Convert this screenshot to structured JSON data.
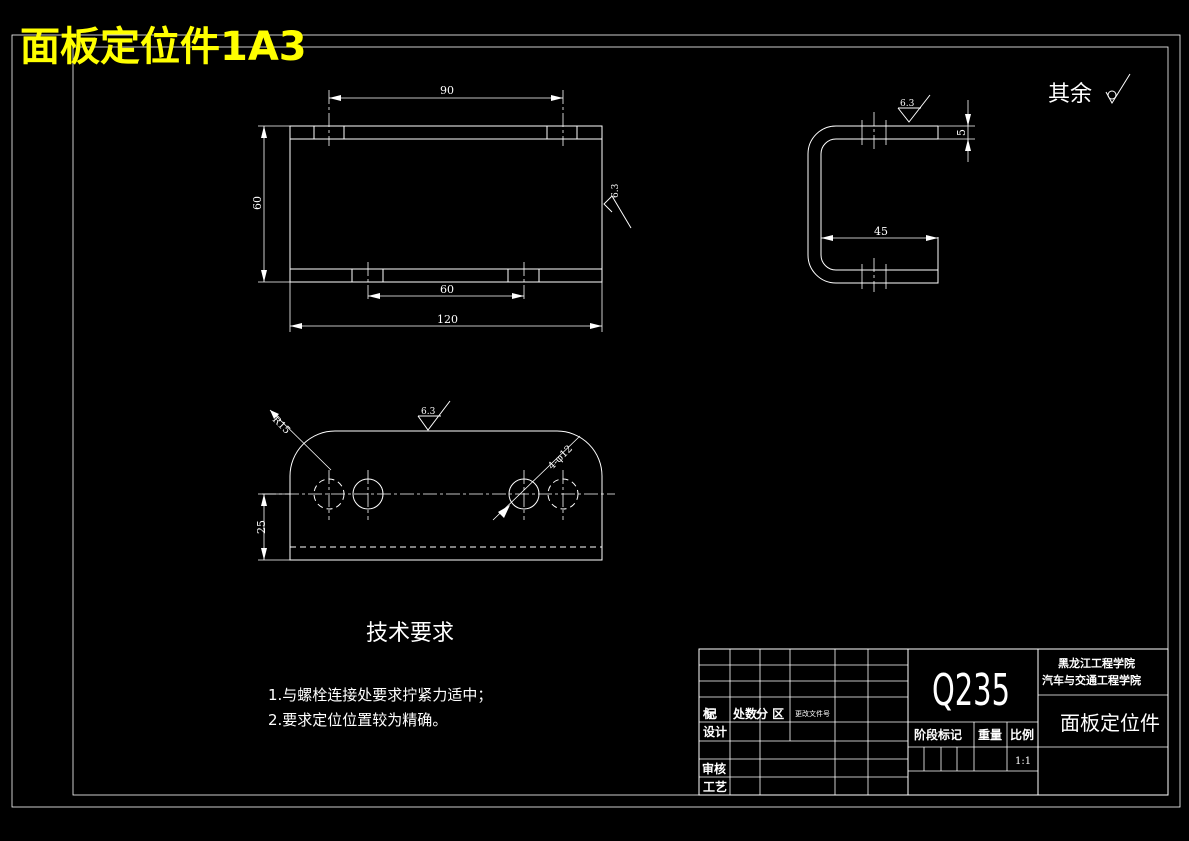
{
  "title": "面板定位件1A3",
  "roughness_note": "其余",
  "dimensions": {
    "top_holes_spacing": "90",
    "height": "60",
    "bottom_holes_spacing": "60",
    "total_width": "120",
    "side_thickness": "5",
    "side_inner_depth": "45",
    "corner_radius": "R15",
    "hole_spec": "4-φ12",
    "hole_height": "25"
  },
  "roughness_value": "6.3",
  "technical_requirements": {
    "heading": "技术要求",
    "items": [
      "1.与螺栓连接处要求拧紧力适中；",
      "2.要求定位位置较为精确。"
    ]
  },
  "title_block": {
    "material": "Q235",
    "school_line1": "黑龙江工程学院",
    "school_line2": "汽车与交通工程学院",
    "part_name": "面板定位件",
    "mark": "标记",
    "count": "处数",
    "zone": "分 区",
    "change_doc": "更改文件号",
    "design": "设计",
    "review": "审核",
    "process": "工艺",
    "stage_mark": "阶段标记",
    "weight": "重量",
    "scale_label": "比例",
    "scale_value": "1:1"
  }
}
